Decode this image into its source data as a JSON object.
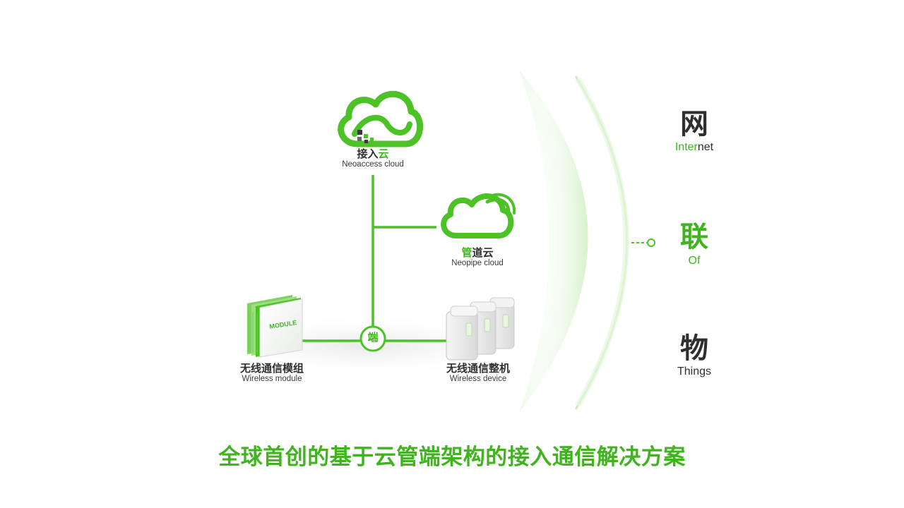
{
  "nodes": {
    "access_cloud": {
      "cn_a": "接入",
      "cn_b": "云",
      "en": "Neoaccess cloud"
    },
    "pipe_cloud": {
      "cn_a": "管",
      "cn_b": "道云",
      "en": "Neopipe cloud"
    },
    "terminal_hub": {
      "cn": "端"
    },
    "module_device": {
      "cn": "无线通信模组",
      "en": "Wireless module",
      "box_text": "MODULE"
    },
    "wireless_device": {
      "cn": "无线通信整机",
      "en": "Wireless device"
    }
  },
  "iot": {
    "internet": {
      "cn": "网",
      "en_a": "Inter",
      "en_b": "net"
    },
    "of": {
      "cn": "联",
      "en": "Of"
    },
    "things": {
      "cn": "物",
      "en": "Things"
    }
  },
  "headline": "全球首创的基于云管端架构的接入通信解决方案",
  "colors": {
    "accent": "#3fb41f",
    "dark": "#2f2f2f"
  }
}
